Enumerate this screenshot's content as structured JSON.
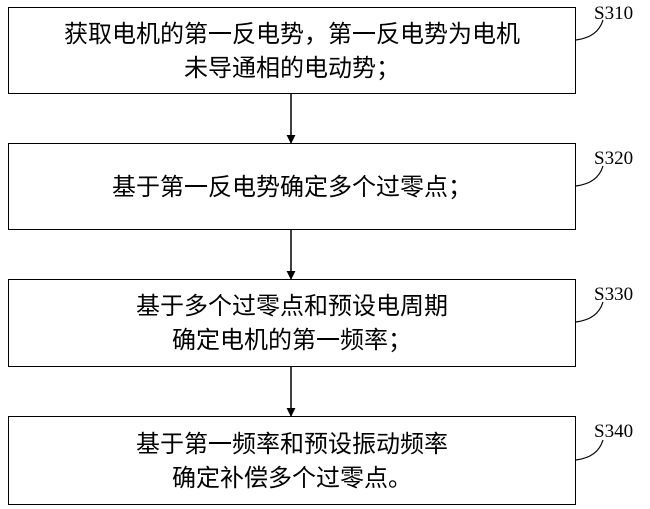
{
  "steps": [
    {
      "label": "S310",
      "lines": [
        "获取电机的第一反电势，第一反电势为电机",
        "未导通相的电动势；"
      ]
    },
    {
      "label": "S320",
      "lines": [
        "基于第一反电势确定多个过零点；"
      ]
    },
    {
      "label": "S330",
      "lines": [
        "基于多个过零点和预设电周期",
        "确定电机的第一频率；"
      ]
    },
    {
      "label": "S340",
      "lines": [
        "基于第一频率和预设振动频率",
        "确定补偿多个过零点。"
      ]
    }
  ]
}
